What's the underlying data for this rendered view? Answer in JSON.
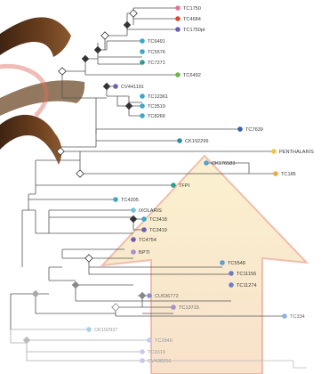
{
  "diagram": {
    "type": "phylogenetic-tree",
    "leaves": [
      {
        "label": "TC1750",
        "color": "#e3739a"
      },
      {
        "label": "TC4684",
        "color": "#d9462c"
      },
      {
        "label": "TC1750pt",
        "color": "#6b5fb5"
      },
      {
        "label": "TC6491",
        "color": "#3ba7c9"
      },
      {
        "label": "TC5576",
        "color": "#3ba7c9"
      },
      {
        "label": "TC7271",
        "color": "#2b9d8f"
      },
      {
        "label": "TC6492",
        "color": "#6bb54a"
      },
      {
        "label": "CV441191",
        "color": "#6b5fb5"
      },
      {
        "label": "TC12361",
        "color": "#3ba7c9"
      },
      {
        "label": "TC3519",
        "color": "#3ba7c9"
      },
      {
        "label": "TC8266",
        "color": "#3ba7c9"
      },
      {
        "label": "TC7639",
        "color": "#3b5fb0"
      },
      {
        "label": "CK192299",
        "color": "#2b8da8"
      },
      {
        "label": "PENTHALARIS",
        "color": "#f2c53d"
      },
      {
        "label": "CK176583",
        "color": "#5a9ed6"
      },
      {
        "label": "TC185",
        "color": "#f2a93b"
      },
      {
        "label": "TFPI",
        "color": "#2b9d8f"
      },
      {
        "label": "TC4205",
        "color": "#3ba7c9"
      },
      {
        "label": "IXOLARIS",
        "color": "#6fc2e0"
      },
      {
        "label": "TC3418",
        "color": "#3ba7c9"
      },
      {
        "label": "TC3419",
        "color": "#6b5fb5"
      },
      {
        "label": "TC4754",
        "color": "#6b5fb5"
      },
      {
        "label": "BPTI",
        "color": "#a58fd0"
      },
      {
        "label": "TC5548",
        "color": "#5a9ed6"
      },
      {
        "label": "TC11156",
        "color": "#6b7fc0"
      },
      {
        "label": "TC11274",
        "color": "#6b7fc0"
      },
      {
        "label": "CU636772",
        "color": "#8f8fc8"
      },
      {
        "label": "TC13715",
        "color": "#a58fd0"
      },
      {
        "label": "TC334",
        "color": "#8fb0d8"
      },
      {
        "label": "CK192937",
        "color": "#a8cfe8"
      },
      {
        "label": "TC2849",
        "color": "#c8c8e8"
      },
      {
        "label": "TC9319",
        "color": "#c8c8e8"
      },
      {
        "label": "CV438256",
        "color": "#c8c8e8"
      }
    ]
  }
}
